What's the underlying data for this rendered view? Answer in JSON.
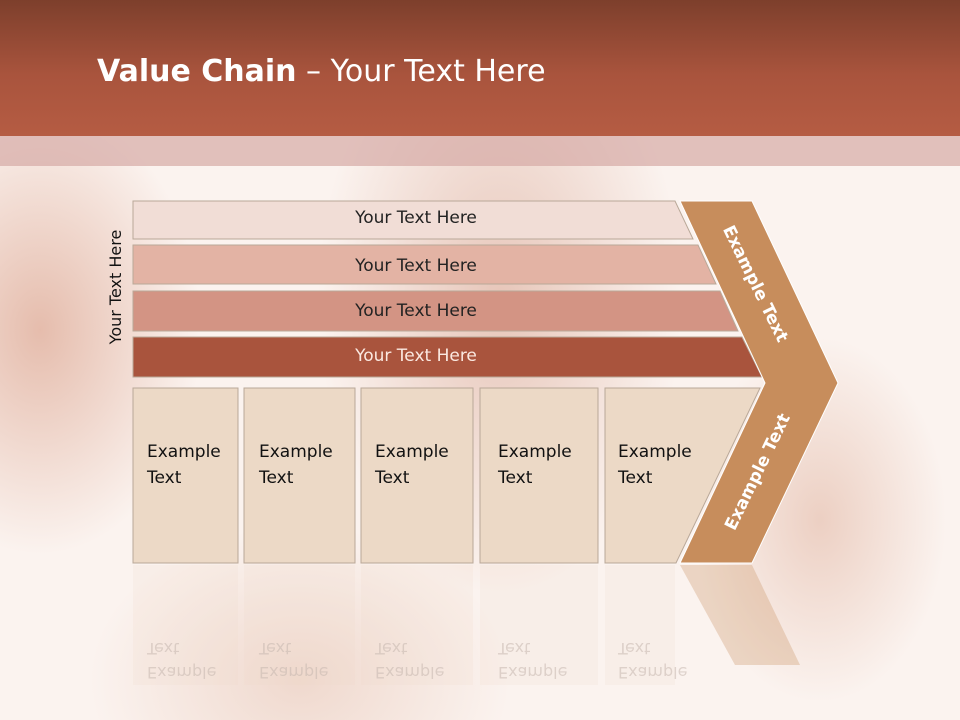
{
  "title": {
    "bold": "Value Chain",
    "rest": " – Your Text Here"
  },
  "side_label": "Your Text Here",
  "rows": [
    {
      "label": "Your Text Here",
      "color": "#f1ddd6"
    },
    {
      "label": "Your Text Here",
      "color": "#e3b3a4"
    },
    {
      "label": "Your Text Here",
      "color": "#d39484"
    },
    {
      "label": "Your Text Here",
      "color": "#a9543d"
    }
  ],
  "boxes": [
    {
      "text": "Example\nText",
      "line1": "Example",
      "line2": "Text"
    },
    {
      "text": "Example\nText",
      "line1": "Example",
      "line2": "Text"
    },
    {
      "text": "Example\nText",
      "line1": "Example",
      "line2": "Text"
    },
    {
      "text": "Example\nText",
      "line1": "Example",
      "line2": "Text"
    },
    {
      "text": "Example\nText",
      "line1": "Example",
      "line2": "Text"
    }
  ],
  "arrow": {
    "upper_label": "Example Text",
    "lower_label": "Example Text",
    "color": "#c78d5c"
  },
  "colors": {
    "header": "#a9543d",
    "box_fill": "#ecd9c6",
    "box_border": "#b9a898"
  }
}
